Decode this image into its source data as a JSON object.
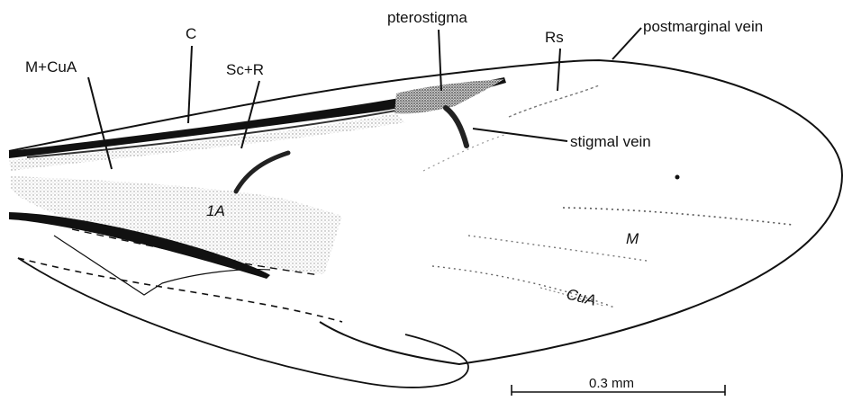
{
  "labels": {
    "c": "C",
    "m_cua": "M+CuA",
    "sc_r": "Sc+R",
    "pterostigma": "pterostigma",
    "rs": "Rs",
    "postmarginal_vein": "postmarginal vein",
    "stigmal_vein": "stigmal vein",
    "first_anal": "1A",
    "m": "M",
    "cua": "CuA"
  },
  "scale_bar": {
    "label": "0.3 mm"
  },
  "colors": {
    "ink": "#111111",
    "stipple": "#8a8a8a",
    "paper": "#ffffff"
  }
}
